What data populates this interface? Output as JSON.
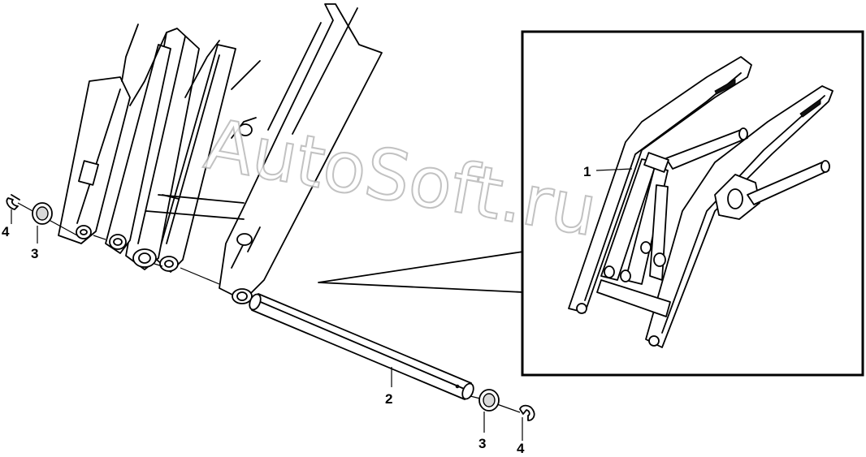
{
  "watermark": "AutoSoft.ru",
  "callouts": {
    "c1": "1",
    "c2": "2",
    "c3_left": "3",
    "c3_right": "3",
    "c4_left": "4",
    "c4_right": "4"
  },
  "colors": {
    "ink": "#000000",
    "paper": "#ffffff",
    "watermark_stroke": "#b8b8b8"
  }
}
